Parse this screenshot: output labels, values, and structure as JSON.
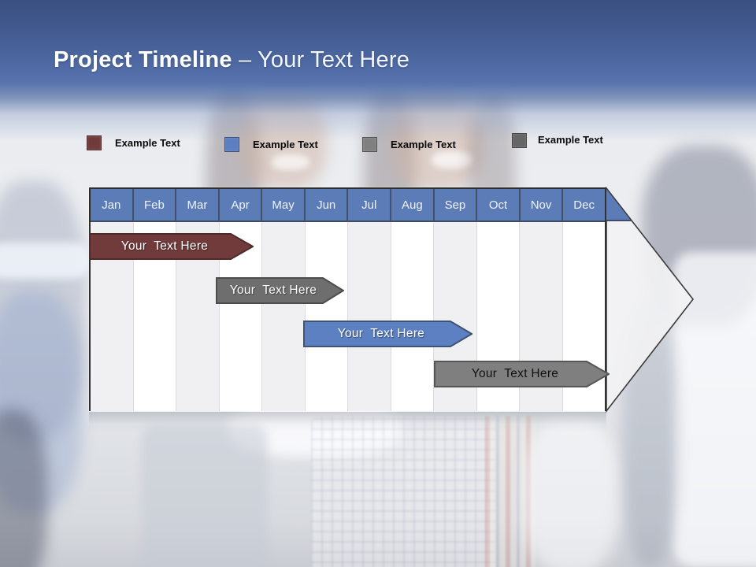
{
  "title": {
    "bold": "Project Timeline",
    "light": " – Your Text Here"
  },
  "legend": {
    "items": [
      {
        "label": "Example Text",
        "color": "#713b3b"
      },
      {
        "label": "Example Text",
        "color": "#5b7fc0"
      },
      {
        "label": "Example Text",
        "color": "#808080"
      },
      {
        "label": "Example Text",
        "color": "#666666"
      }
    ]
  },
  "timeline": {
    "months": [
      "Jan",
      "Feb",
      "Mar",
      "Apr",
      "May",
      "Jun",
      "Jul",
      "Aug",
      "Sep",
      "Oct",
      "Nov",
      "Dec"
    ],
    "header_color": "#5c7cb8",
    "header_divider_color": "#44516b",
    "body_stripe_color": "#f0f0f2",
    "body_white_color": "#ffffff",
    "arrow_fill": "#f2f2f4",
    "arrow_stroke": "#3a3a3a",
    "bars": [
      {
        "label": "Your  Text Here",
        "fill": "#713b3b",
        "stroke": "#4e2b2b",
        "text_color": "#ffffff",
        "span": "Jan–Apr"
      },
      {
        "label": "Your  Text Here",
        "fill": "#6e6e6e",
        "stroke": "#4d4d4d",
        "text_color": "#ffffff",
        "span": "Apr–Jun"
      },
      {
        "label": "Your  Text Here",
        "fill": "#5c80c2",
        "stroke": "#3e5377",
        "text_color": "#ffffff",
        "span": "Jun–Sep"
      },
      {
        "label": "Your  Text Here",
        "fill": "#7f7f7f",
        "stroke": "#555555",
        "text_color": "#111111",
        "span": "Sep–Dec"
      }
    ]
  }
}
